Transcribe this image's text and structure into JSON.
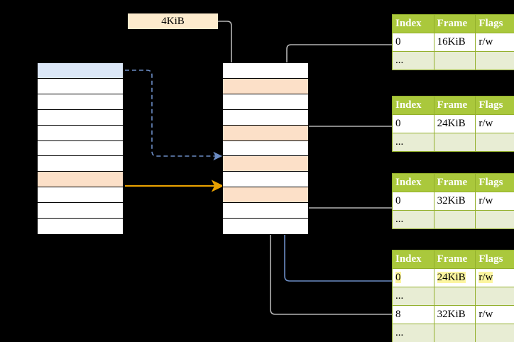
{
  "diagram": {
    "title_label": "4KiB",
    "background": "#000000",
    "colors": {
      "header_green": "#AAC83C",
      "ellipsis_green": "#E8EDD4",
      "peach": "#FCE0C8",
      "blue_row": "#DCE8F8",
      "label_cream": "#FCEBCD",
      "highlight_yellow": "#FCF5A0",
      "orange_arrow": "#E8A000",
      "blue_arrow": "#6B8CC4",
      "gray_arrow": "#B3B3B3"
    }
  },
  "virtual_column": {
    "name": "virtual-address-space",
    "rows": [
      {
        "fill": "blue"
      },
      {
        "fill": "white"
      },
      {
        "fill": "white"
      },
      {
        "fill": "white"
      },
      {
        "fill": "white"
      },
      {
        "fill": "white"
      },
      {
        "fill": "white"
      },
      {
        "fill": "peach"
      },
      {
        "fill": "white"
      },
      {
        "fill": "white"
      },
      {
        "fill": "white"
      }
    ]
  },
  "physical_column": {
    "name": "physical-memory",
    "rows": [
      {
        "fill": "white"
      },
      {
        "fill": "peach"
      },
      {
        "fill": "white"
      },
      {
        "fill": "white"
      },
      {
        "fill": "peach"
      },
      {
        "fill": "white"
      },
      {
        "fill": "peach"
      },
      {
        "fill": "white"
      },
      {
        "fill": "peach"
      },
      {
        "fill": "white"
      },
      {
        "fill": "white"
      }
    ]
  },
  "page_tables": [
    {
      "name": "page-table-1",
      "headers": [
        "Index",
        "Frame",
        "Flags"
      ],
      "rows": [
        {
          "cells": [
            "0",
            "16KiB",
            "r/w"
          ],
          "style": "normal"
        },
        {
          "cells": [
            "...",
            "",
            ""
          ],
          "style": "ellipsis"
        }
      ]
    },
    {
      "name": "page-table-2",
      "headers": [
        "Index",
        "Frame",
        "Flags"
      ],
      "rows": [
        {
          "cells": [
            "0",
            "24KiB",
            "r/w"
          ],
          "style": "normal"
        },
        {
          "cells": [
            "...",
            "",
            ""
          ],
          "style": "ellipsis"
        }
      ]
    },
    {
      "name": "page-table-3",
      "headers": [
        "Index",
        "Frame",
        "Flags"
      ],
      "rows": [
        {
          "cells": [
            "0",
            "32KiB",
            "r/w"
          ],
          "style": "normal"
        },
        {
          "cells": [
            "...",
            "",
            ""
          ],
          "style": "ellipsis"
        }
      ]
    },
    {
      "name": "page-table-4",
      "headers": [
        "Index",
        "Frame",
        "Flags"
      ],
      "rows": [
        {
          "cells": [
            "0",
            "24KiB",
            "r/w"
          ],
          "style": "highlight"
        },
        {
          "cells": [
            "...",
            "",
            ""
          ],
          "style": "ellipsis"
        },
        {
          "cells": [
            "8",
            "32KiB",
            "r/w"
          ],
          "style": "normal"
        },
        {
          "cells": [
            "...",
            "",
            ""
          ],
          "style": "ellipsis"
        }
      ]
    }
  ]
}
